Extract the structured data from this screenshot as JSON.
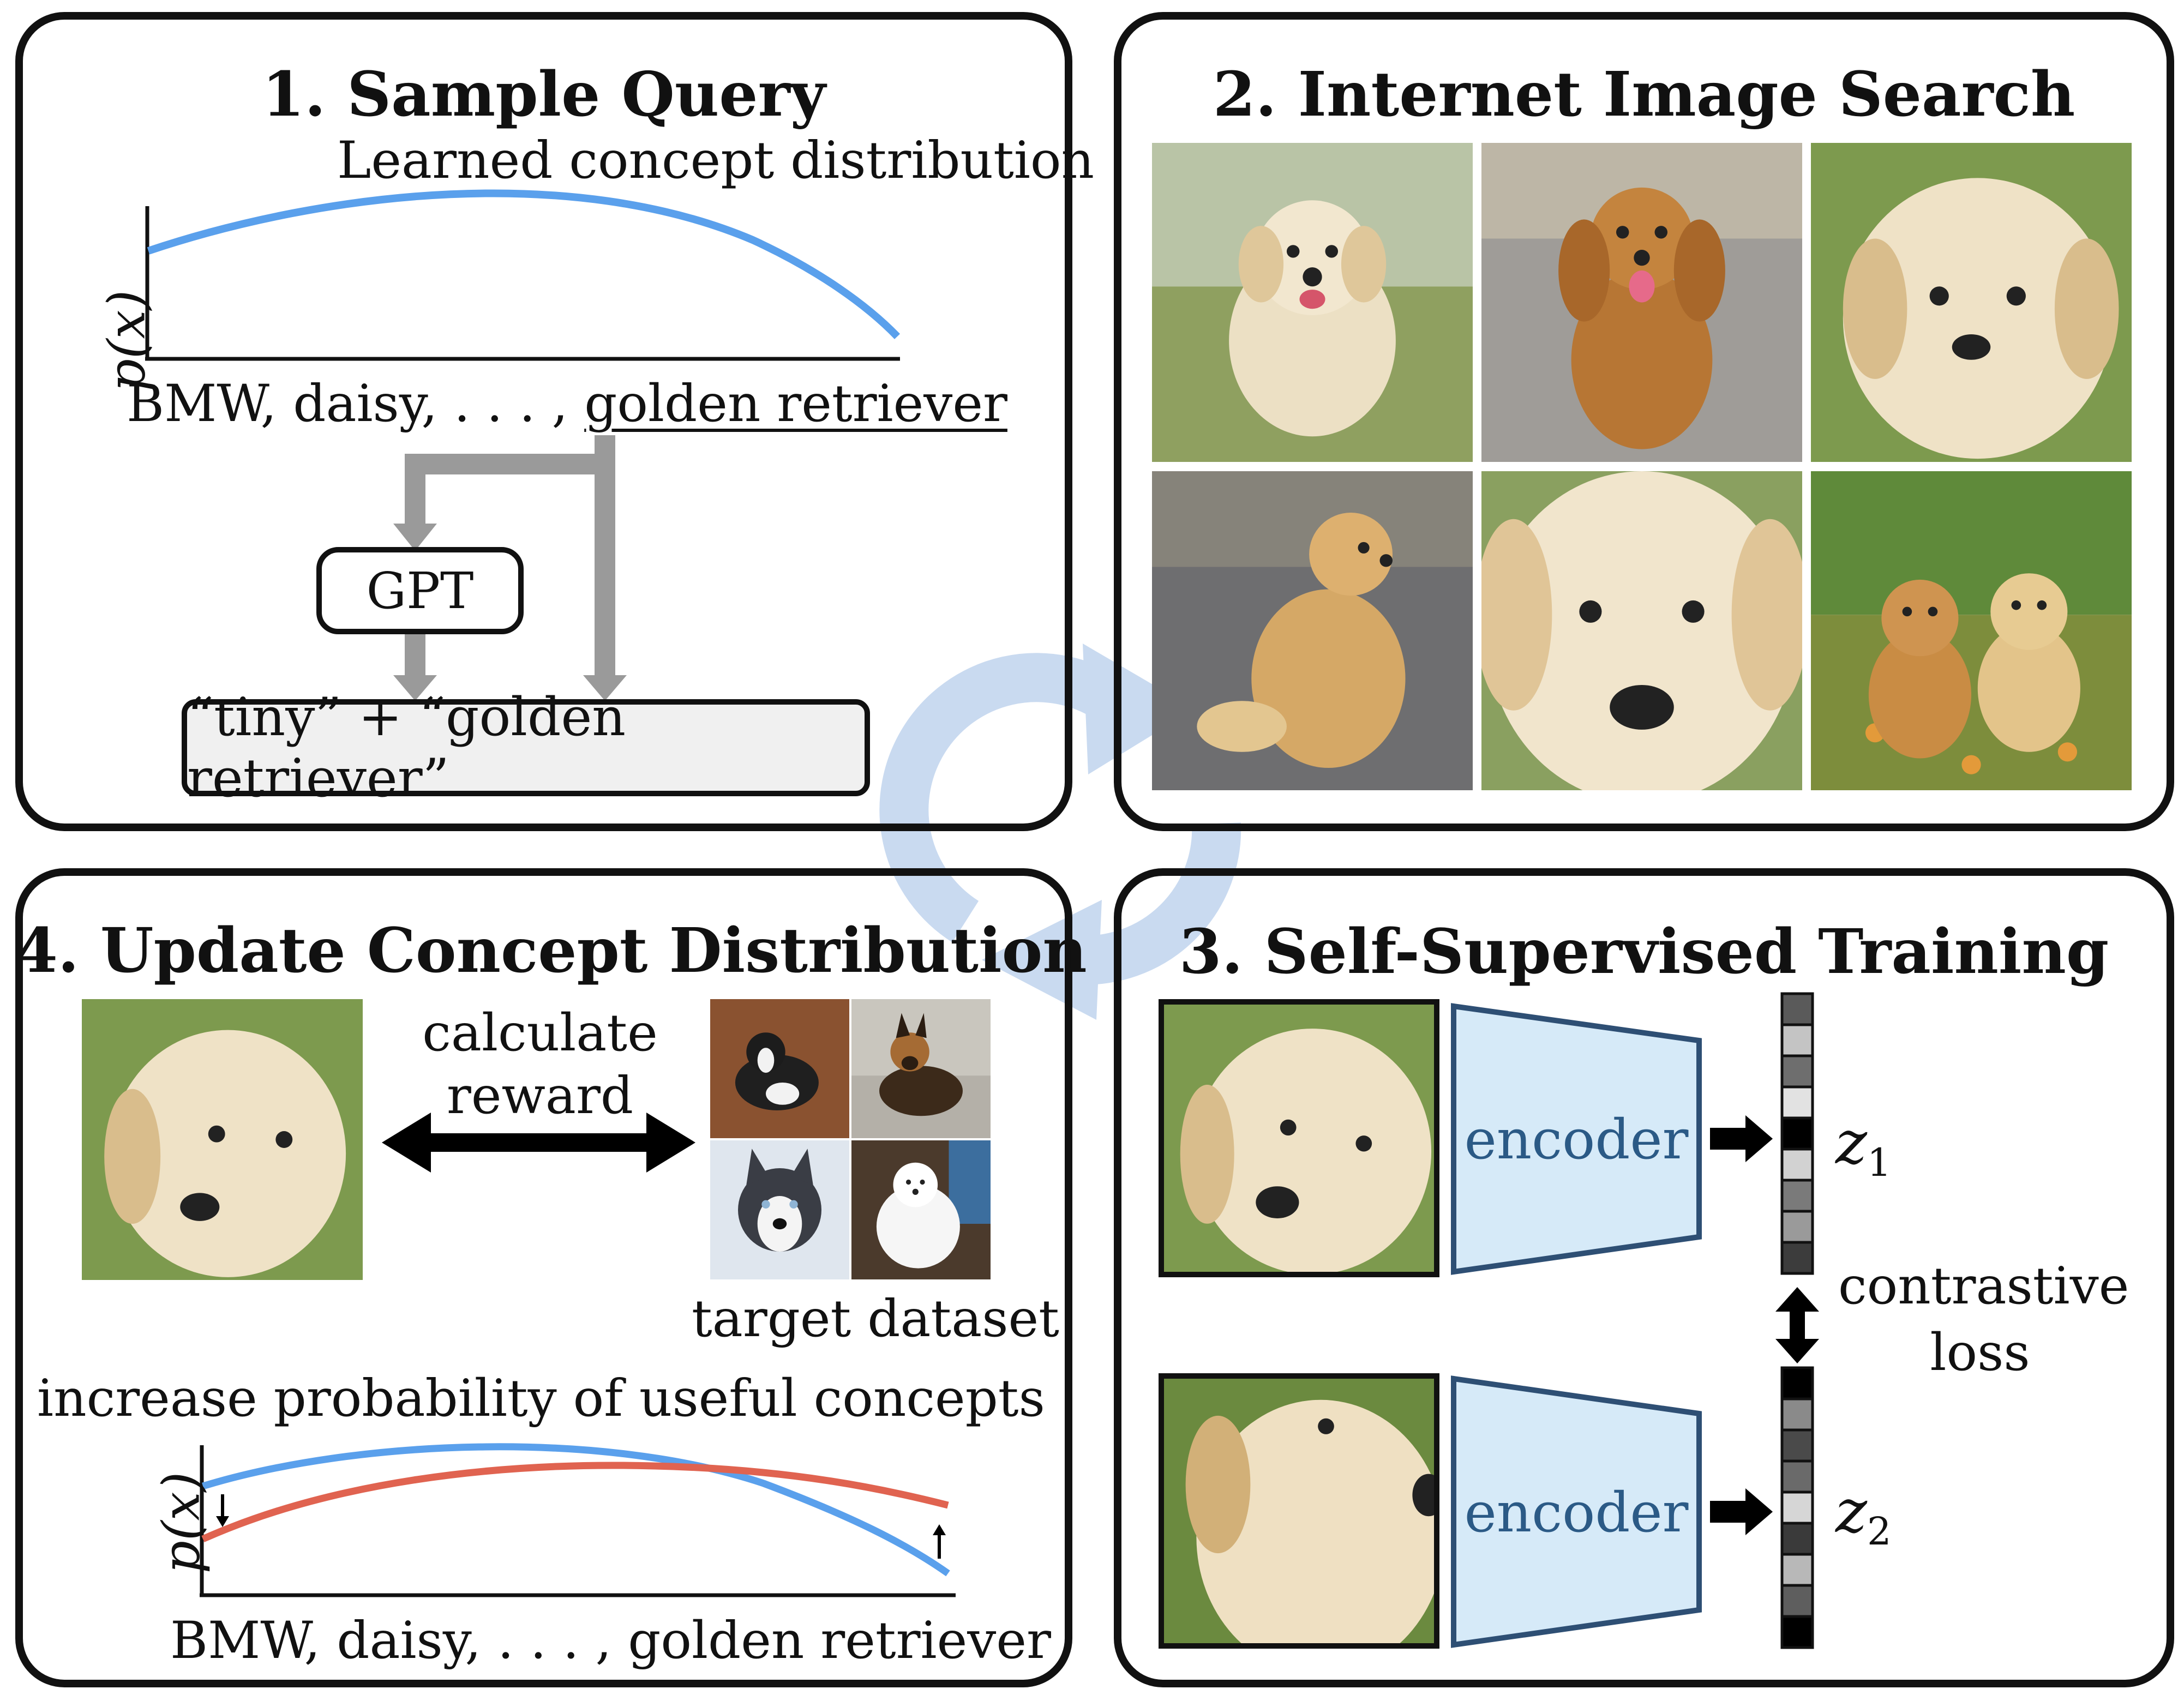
{
  "panel1": {
    "title": "1. Sample Query",
    "subtitle": "Learned concept distribution",
    "y_axis_label": "p(x)",
    "x_axis_prefix": "BMW, daisy, . . . , ",
    "x_axis_selected": "golden retriever",
    "gpt_label": "GPT",
    "query_result": "“tiny” + “golden retriever”",
    "curve_color": "#5aa0ec"
  },
  "panel2": {
    "title": "2. Internet Image Search",
    "image_count": 6
  },
  "panel3": {
    "title": "3. Self-Supervised Training",
    "encoder_top": "encoder",
    "encoder_bottom": "encoder",
    "z1": "z",
    "z1_sub": "1",
    "z2": "z",
    "z2_sub": "2",
    "loss_line1": "contrastive",
    "loss_line2": "loss",
    "encoder_fill": "#d6eaf8",
    "encoder_stroke": "#2e4f74"
  },
  "panel4": {
    "title": "4. Update Concept Distribution",
    "reward_line1": "calculate",
    "reward_line2": "reward",
    "target_label": "target dataset",
    "increase_label": "increase probability of useful concepts",
    "y_axis_label": "p(x)",
    "x_axis_label": "BMW, daisy, . . . , golden retriever",
    "old_curve_color": "#5aa0ec",
    "new_curve_color": "#e06350"
  },
  "cycle_arrow_color": "#c9daf0"
}
